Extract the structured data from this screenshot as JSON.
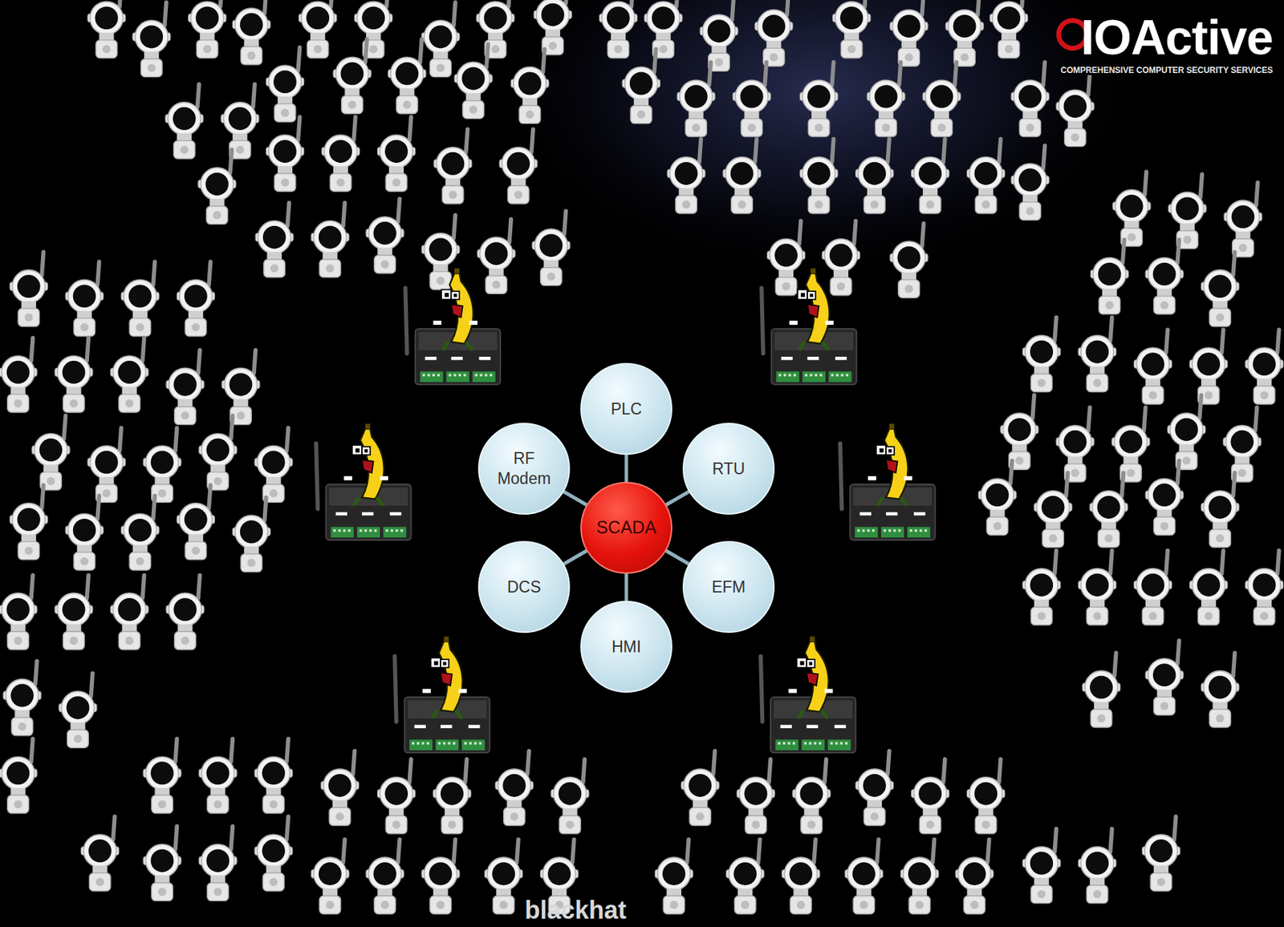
{
  "diagram": {
    "nodes": [
      {
        "text": [
          "SCADA"
        ]
      },
      {
        "text": [
          "PLC"
        ]
      },
      {
        "text": [
          "RTU"
        ]
      },
      {
        "text": [
          "EFM"
        ]
      },
      {
        "text": [
          "HMI"
        ]
      },
      {
        "text": [
          "DCS"
        ]
      },
      {
        "text": [
          "RF Modem"
        ]
      }
    ],
    "edges": [
      {
        "from": 0,
        "to": 1,
        "arrow": "none"
      },
      {
        "from": 0,
        "to": 2,
        "arrow": "none"
      },
      {
        "from": 0,
        "to": 3,
        "arrow": "none"
      },
      {
        "from": 0,
        "to": 4,
        "arrow": "none"
      },
      {
        "from": 0,
        "to": 5,
        "arrow": "none"
      },
      {
        "from": 0,
        "to": 6,
        "arrow": "none"
      }
    ],
    "labels": [
      "IOActive",
      "COMPREHENSIVE COMPUTER SECURITY SERVICES",
      "blackhat"
    ]
  }
}
